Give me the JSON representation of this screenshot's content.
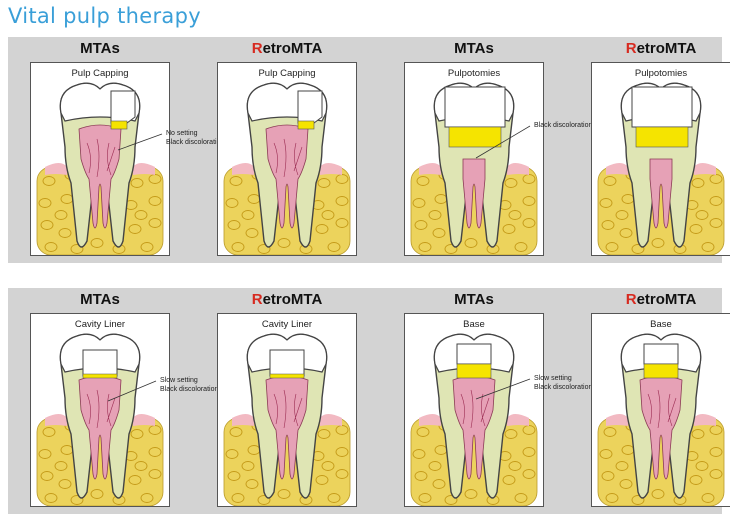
{
  "title": "Vital pulp therapy",
  "colors": {
    "title": "#3a9fd8",
    "background_band": "#d3d3d3",
    "retro_R": "#d72a20",
    "material": "#f5e400",
    "dentin": "#dfe5b4",
    "bone": "#ecd35c",
    "pulp": "#e6a1b6",
    "gum": "#f2b9c2"
  },
  "rows": [
    {
      "panels": [
        {
          "header_prefix": "",
          "header_main": "MTAs",
          "caption": "Pulp Capping",
          "note_lines": [
            "No setting",
            "Black discoloration"
          ]
        },
        {
          "header_prefix": "R",
          "header_main": "etroMTA",
          "caption": "Pulp Capping",
          "note_lines": []
        },
        {
          "header_prefix": "",
          "header_main": "MTAs",
          "caption": "Pulpotomies",
          "note_lines": [
            "Black discoloration"
          ]
        },
        {
          "header_prefix": "R",
          "header_main": "etroMTA",
          "caption": "Pulpotomies",
          "note_lines": []
        }
      ]
    },
    {
      "panels": [
        {
          "header_prefix": "",
          "header_main": "MTAs",
          "caption": "Cavity Liner",
          "note_lines": [
            "Slow setting",
            "Black discoloration"
          ]
        },
        {
          "header_prefix": "R",
          "header_main": "etroMTA",
          "caption": "Cavity Liner",
          "note_lines": []
        },
        {
          "header_prefix": "",
          "header_main": "MTAs",
          "caption": "Base",
          "note_lines": [
            "Slow setting",
            "Black discoloration"
          ]
        },
        {
          "header_prefix": "R",
          "header_main": "etroMTA",
          "caption": "Base",
          "note_lines": []
        }
      ]
    }
  ]
}
